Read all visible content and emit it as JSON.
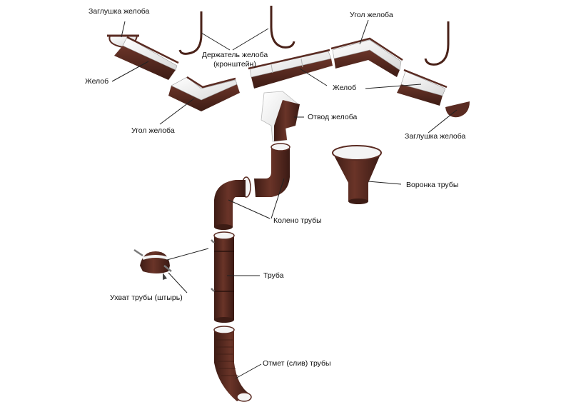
{
  "colors": {
    "brown": "#5a2b22",
    "brown_dark": "#3d1c15",
    "inner": "#f4f4f4",
    "leader": "#222222"
  },
  "labels": {
    "cap_left": "Заглушка желоба",
    "holder_line1": "Держатель желоба",
    "holder_line2": "(кронштейн)",
    "corner_top": "Угол желоба",
    "gutter_left": "Желоб",
    "gutter_right": "Желоб",
    "corner_left": "Угол желоба",
    "outlet": "Отвод желоба",
    "cap_right": "Заглушка желоба",
    "funnel": "Воронка трубы",
    "elbow": "Колено трубы",
    "pipe": "Труба",
    "clamp": "Ухват трубы (штырь)",
    "drain": "Отмет (слив) трубы"
  }
}
